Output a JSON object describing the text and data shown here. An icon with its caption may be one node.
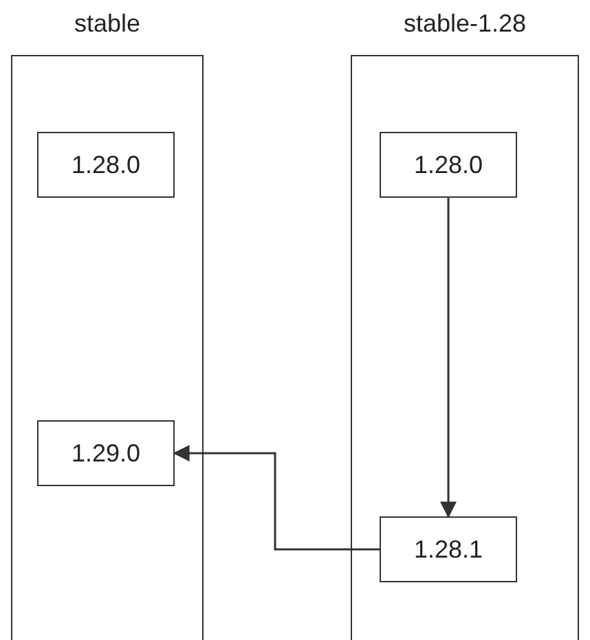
{
  "diagram": {
    "nodes": [
      {
        "text": [
          "stable"
        ]
      },
      {
        "text": [
          "1.28.0"
        ],
        "in": 0
      },
      {
        "text": [
          "1.29.0"
        ],
        "in": 0
      },
      {
        "text": [
          "stable-1.28"
        ]
      },
      {
        "text": [
          "1.28.0"
        ],
        "in": 3
      },
      {
        "text": [
          "1.28.1"
        ],
        "in": 3
      }
    ],
    "edges": [
      {
        "from": 4,
        "to": 5,
        "arrow": "to"
      },
      {
        "from": 5,
        "to": 2,
        "arrow": "to"
      }
    ]
  }
}
